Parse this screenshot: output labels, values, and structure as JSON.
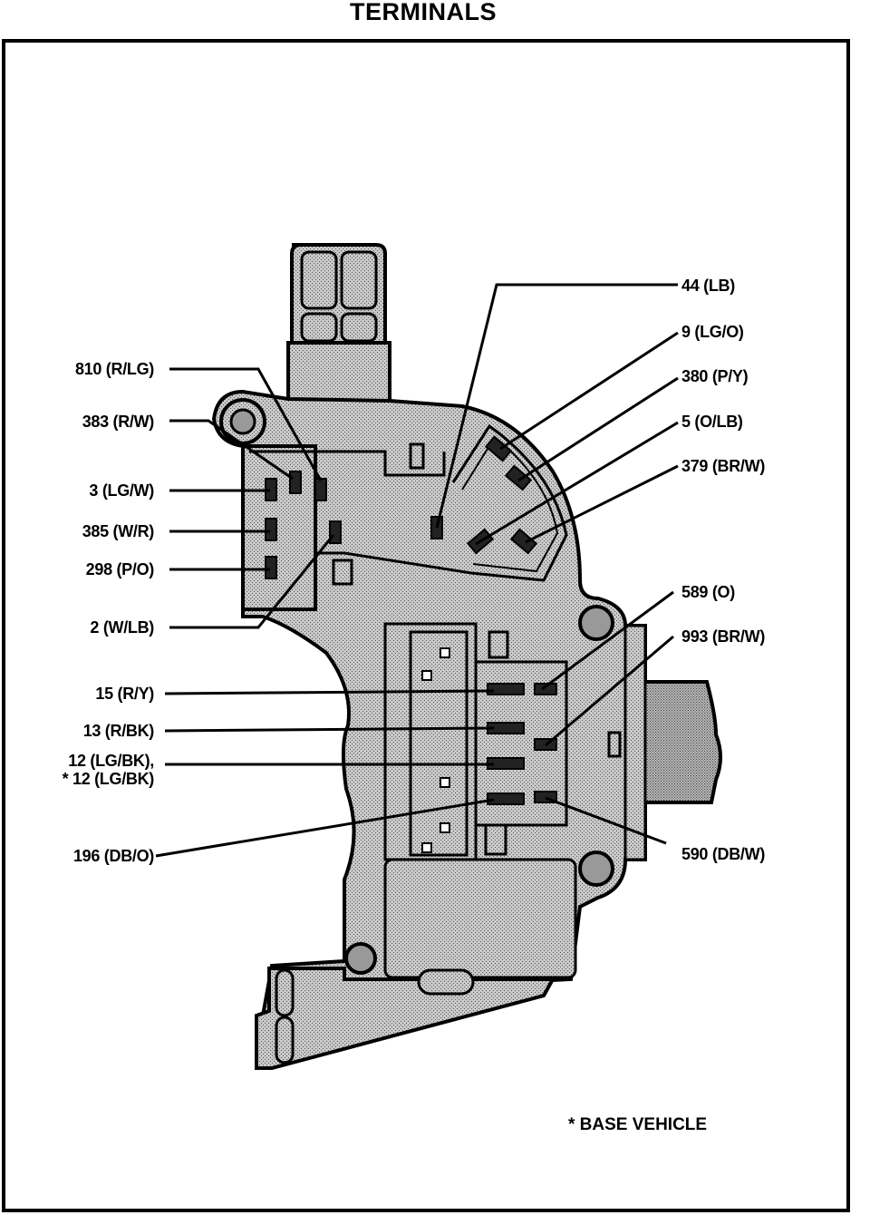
{
  "title": "TERMINALS",
  "note": "* BASE VEHICLE",
  "colors": {
    "ink": "#000000",
    "paper": "#ffffff",
    "body_fill": "#b8b8b8",
    "body_fill_dark": "#9a9a9a"
  },
  "labels_left": [
    {
      "id": "810",
      "text": "810 (R/LG)"
    },
    {
      "id": "383",
      "text": "383 (R/W)"
    },
    {
      "id": "3",
      "text": "3 (LG/W)"
    },
    {
      "id": "385",
      "text": "385 (W/R)"
    },
    {
      "id": "298",
      "text": "298 (P/O)"
    },
    {
      "id": "2",
      "text": "2 (W/LB)"
    },
    {
      "id": "15",
      "text": "15 (R/Y)"
    },
    {
      "id": "13",
      "text": "13 (R/BK)"
    },
    {
      "id": "12a",
      "text": "12 (LG/BK),"
    },
    {
      "id": "12b",
      "text": "* 12 (LG/BK)"
    },
    {
      "id": "196",
      "text": "196 (DB/O)"
    }
  ],
  "labels_right": [
    {
      "id": "44",
      "text": "44 (LB)"
    },
    {
      "id": "9",
      "text": "9 (LG/O)"
    },
    {
      "id": "380",
      "text": "380 (P/Y)"
    },
    {
      "id": "5",
      "text": "5 (O/LB)"
    },
    {
      "id": "379",
      "text": "379 (BR/W)"
    },
    {
      "id": "589",
      "text": "589 (O)"
    },
    {
      "id": "993",
      "text": "993 (BR/W)"
    },
    {
      "id": "590",
      "text": "590 (DB/W)"
    }
  ]
}
